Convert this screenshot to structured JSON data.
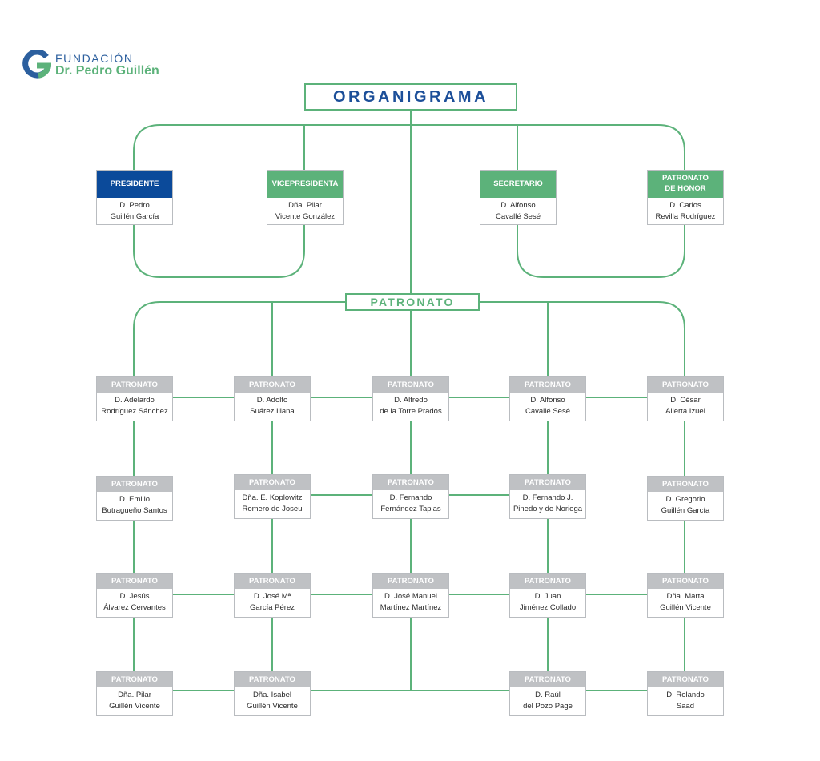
{
  "logo": {
    "line1": "FUNDACIÓN",
    "line2": "Dr. Pedro Guillén",
    "mark_colors": {
      "blue": "#2c5f9e",
      "green": "#5cb27a"
    }
  },
  "title": "ORGANIGRAMA",
  "board_title": "PATRONATO",
  "colors": {
    "connector": "#5cb27a",
    "president_header": "#0b4a9a",
    "officer_header": "#5cb27a",
    "member_header": "#bfc1c4",
    "title_text": "#1c4f99"
  },
  "officers": [
    {
      "role": "PRESIDENTE",
      "name_line1": "D. Pedro",
      "name_line2": "Guillén García"
    },
    {
      "role": "VICEPRESIDENTA",
      "name_line1": "Dña. Pilar",
      "name_line2": "Vicente González"
    },
    {
      "role": "SECRETARIO",
      "name_line1": "D. Alfonso",
      "name_line2": "Cavallé Sesé"
    },
    {
      "role_line1": "PATRONATO",
      "role_line2": "DE HONOR",
      "name_line1": "D. Carlos",
      "name_line2": "Revilla Rodríguez"
    }
  ],
  "members": [
    {
      "label": "PATRONATO",
      "name_line1": "D. Adelardo",
      "name_line2": "Rodríguez Sánchez"
    },
    {
      "label": "PATRONATO",
      "name_line1": "D. Adolfo",
      "name_line2": "Suárez Illana"
    },
    {
      "label": "PATRONATO",
      "name_line1": "D. Alfredo",
      "name_line2": "de la Torre Prados"
    },
    {
      "label": "PATRONATO",
      "name_line1": "D. Alfonso",
      "name_line2": "Cavallé Sesé"
    },
    {
      "label": "PATRONATO",
      "name_line1": "D. César",
      "name_line2": "Alierta Izuel"
    },
    {
      "label": "PATRONATO",
      "name_line1": "D. Emilio",
      "name_line2": "Butragueño Santos"
    },
    {
      "label": "PATRONATO",
      "name_line1": "Dña. E. Koplowitz",
      "name_line2": "Romero de Joseu"
    },
    {
      "label": "PATRONATO",
      "name_line1": "D. Fernando",
      "name_line2": "Fernández Tapias"
    },
    {
      "label": "PATRONATO",
      "name_line1": "D. Fernando J.",
      "name_line2": "Pinedo y de Noriega"
    },
    {
      "label": "PATRONATO",
      "name_line1": "D. Gregorio",
      "name_line2": "Guillén García"
    },
    {
      "label": "PATRONATO",
      "name_line1": "D. Jesús",
      "name_line2": "Álvarez Cervantes"
    },
    {
      "label": "PATRONATO",
      "name_line1": "D. José Mª",
      "name_line2": "García Pérez"
    },
    {
      "label": "PATRONATO",
      "name_line1": "D. José Manuel",
      "name_line2": "Martínez Martínez"
    },
    {
      "label": "PATRONATO",
      "name_line1": "D. Juan",
      "name_line2": "Jiménez Collado"
    },
    {
      "label": "PATRONATO",
      "name_line1": "Dña. Marta",
      "name_line2": "Guillén Vicente"
    },
    {
      "label": "PATRONATO",
      "name_line1": "Dña. Pilar",
      "name_line2": "Guillén Vicente"
    },
    {
      "label": "PATRONATO",
      "name_line1": "Dña. Isabel",
      "name_line2": "Guillén Vicente"
    },
    {
      "label": "PATRONATO",
      "name_line1": "D. Raúl",
      "name_line2": "del Pozo Page"
    },
    {
      "label": "PATRONATO",
      "name_line1": "D. Rolando",
      "name_line2": "Saad"
    }
  ]
}
